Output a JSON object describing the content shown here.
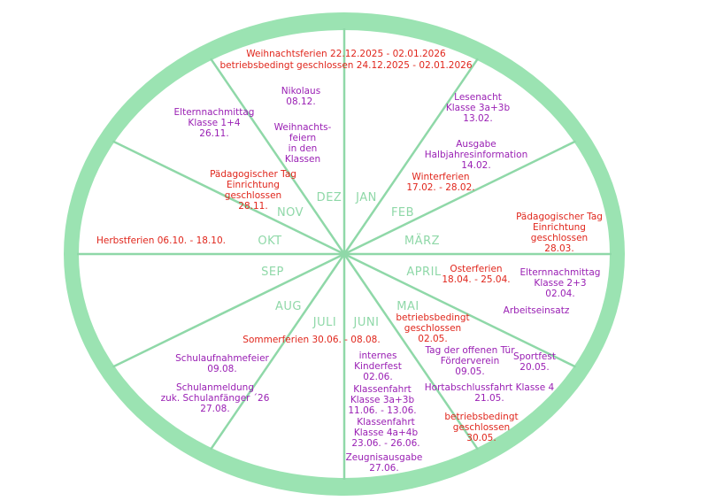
{
  "colors": {
    "ring": "#9be3b2",
    "spoke": "#8fd8a8",
    "month": "#8fd8a8",
    "event": "#9a20b4",
    "holiday": "#e0261c"
  },
  "months": [
    "JAN",
    "FEB",
    "MÄRZ",
    "APRIL",
    "MAI",
    "JUNI",
    "JULI",
    "AUG",
    "SEP",
    "OKT",
    "NOV",
    "DEZ"
  ],
  "events": [
    {
      "text": "Weihnachtsferien 22.12.2025 - 02.01.2026",
      "kind": "holiday"
    },
    {
      "text": "betriebsbedingt geschlossen 24.12.2025 - 02.01.2026",
      "kind": "holiday"
    },
    {
      "text": "Lesenacht\nKlasse 3a+3b\n13.02.",
      "kind": "event"
    },
    {
      "text": "Ausgabe\nHalbjahresinformation\n14.02.",
      "kind": "event"
    },
    {
      "text": "Winterferien\n17.02. - 28.02.",
      "kind": "holiday"
    },
    {
      "text": "Pädagogischer Tag\nEinrichtung\ngeschlossen\n28.03.",
      "kind": "holiday"
    },
    {
      "text": "Osterferien\n18.04. - 25.04.",
      "kind": "holiday"
    },
    {
      "text": "Elternnachmittag\nKlasse 2+3\n02.04.",
      "kind": "event"
    },
    {
      "text": "Arbeitseinsatz",
      "kind": "event"
    },
    {
      "text": "betriebsbedingt\ngeschlossen\n02.05.",
      "kind": "holiday"
    },
    {
      "text": "Tag der offenen Tür\nFörderverein\n09.05.",
      "kind": "event"
    },
    {
      "text": "Sportfest\n20.05.",
      "kind": "event"
    },
    {
      "text": "Hortabschlussfahrt Klasse 4\n21.05.",
      "kind": "event"
    },
    {
      "text": "betriebsbedingt\ngeschlossen\n30.05.",
      "kind": "holiday"
    },
    {
      "text": "internes\nKinderfest\n02.06.",
      "kind": "event"
    },
    {
      "text": "Klassenfahrt\nKlasse 3a+3b\n11.06. - 13.06.",
      "kind": "event"
    },
    {
      "text": "Klassenfahrt\nKlasse 4a+4b\n23.06. - 26.06.",
      "kind": "event"
    },
    {
      "text": "Zeugnisausgabe\n27.06.",
      "kind": "event"
    },
    {
      "text": "Sommerferien 30.06. - 08.08.",
      "kind": "holiday"
    },
    {
      "text": "Schulaufnahmefeier\n09.08.",
      "kind": "event"
    },
    {
      "text": "Schulanmeldung\nzuk. Schulanfänger ´26\n27.08.",
      "kind": "event"
    },
    {
      "text": "Herbstferien 06.10. - 18.10.",
      "kind": "holiday"
    },
    {
      "text": "Pädagogischer Tag\nEinrichtung\ngeschlossen\n28.11.",
      "kind": "holiday"
    },
    {
      "text": "Elternnachmittag\nKlasse 1+4\n26.11.",
      "kind": "event"
    },
    {
      "text": "Nikolaus\n08.12.",
      "kind": "event"
    },
    {
      "text": "Weihnachts-\nfeiern\nin den\nKlassen",
      "kind": "event"
    }
  ]
}
